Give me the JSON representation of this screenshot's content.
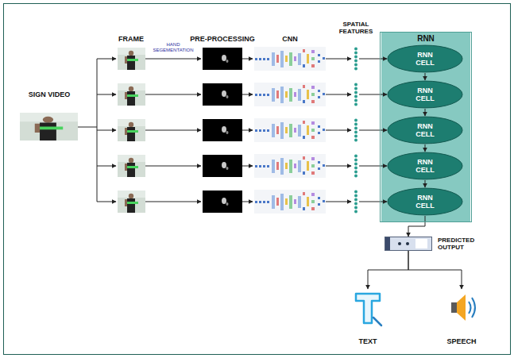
{
  "diagram": {
    "nodes": [
      {
        "text": [
          "SIGN VIDEO"
        ]
      },
      {
        "text": [
          "RNN"
        ]
      },
      {
        "text": [
          "RNN CELL"
        ],
        "in": 1
      },
      {
        "text": [
          "RNN CELL"
        ],
        "in": 1
      },
      {
        "text": [
          "RNN CELL"
        ],
        "in": 1
      },
      {
        "text": [
          "RNN CELL"
        ],
        "in": 1
      },
      {
        "text": [
          "RNN CELL"
        ],
        "in": 1
      },
      {
        "text": [
          "PREDICTED OUTPUT"
        ]
      },
      {
        "text": [
          "TEXT"
        ]
      },
      {
        "text": [
          "SPEECH"
        ]
      }
    ],
    "edges": [
      {
        "from": 2,
        "to": 3,
        "arrow": "to"
      },
      {
        "from": 3,
        "to": 4,
        "arrow": "to"
      },
      {
        "from": 4,
        "to": 5,
        "arrow": "to"
      },
      {
        "from": 5,
        "to": 6,
        "arrow": "to"
      },
      {
        "from": 6,
        "to": 7,
        "arrow": "to"
      },
      {
        "from": 7,
        "to": 8,
        "arrow": "to"
      },
      {
        "from": 7,
        "to": 9,
        "arrow": "to"
      }
    ],
    "labels": [
      "FRAME",
      "HAND SEGEMENTATION",
      "PRE-PROCESSING",
      "CNN",
      "SPATIAL FEATURES"
    ]
  }
}
